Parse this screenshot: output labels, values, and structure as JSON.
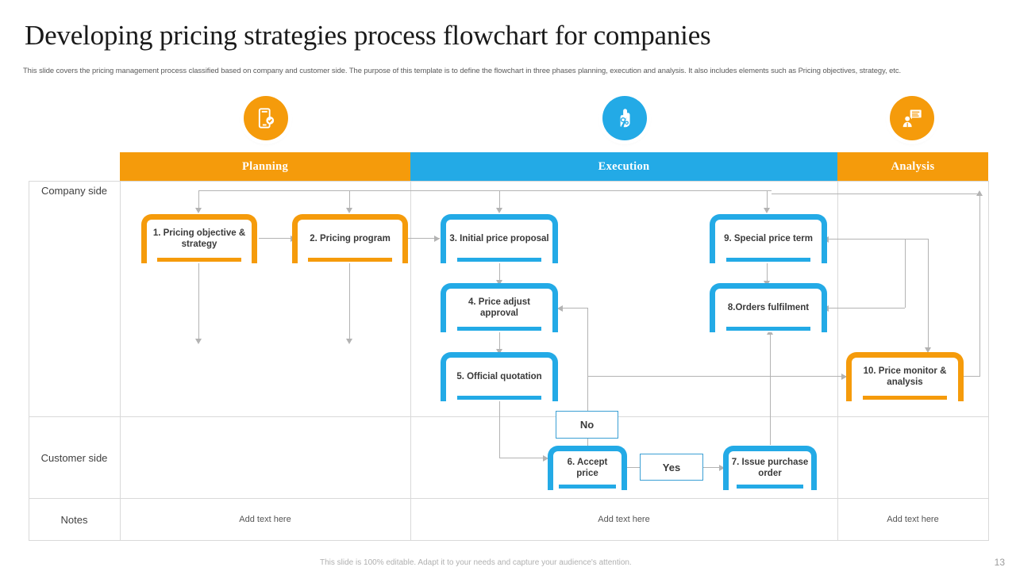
{
  "slide": {
    "title": "Developing pricing strategies process flowchart for companies",
    "subtitle": "This slide covers  the pricing management process classified based on company and customer side. The purpose of this template is to define the flowchart in three phases planning, execution and analysis. It also includes elements such as Pricing objectives, strategy, etc.",
    "footer_note": "This slide is 100% editable. Adapt it to your needs and capture your audience's attention.",
    "page_number": "13"
  },
  "colors": {
    "orange": "#F59B0B",
    "blue": "#23AAE6",
    "grid": "#d9d9d9",
    "connector": "#b3b3b3",
    "text_dark": "#3a3a3a"
  },
  "top_icons": [
    {
      "name": "mobile-payment-icon",
      "color": "#F59B0B"
    },
    {
      "name": "hand-gears-icon",
      "color": "#23AAE6"
    },
    {
      "name": "person-presentation-icon",
      "color": "#F59B0B"
    }
  ],
  "phases": [
    {
      "label": "Planning",
      "color": "#F59B0B"
    },
    {
      "label": "Execution",
      "color": "#23AAE6"
    },
    {
      "label": "Analysis",
      "color": "#F59B0B"
    }
  ],
  "row_labels": {
    "company": "Company side",
    "customer": "Customer side",
    "notes": "Notes"
  },
  "notes_cells": [
    {
      "text": "Add text here"
    },
    {
      "text": "Add text here"
    },
    {
      "text": "Add text here"
    }
  ],
  "nodes": [
    {
      "id": "n1",
      "label": "1. Pricing objective & strategy",
      "color": "orange",
      "phase": "Planning",
      "row": "Company side"
    },
    {
      "id": "n2",
      "label": "2. Pricing program",
      "color": "orange",
      "phase": "Planning",
      "row": "Company side"
    },
    {
      "id": "n3",
      "label": "3. Initial  price proposal",
      "color": "blue",
      "phase": "Execution",
      "row": "Company side"
    },
    {
      "id": "n4",
      "label": "4. Price adjust approval",
      "color": "blue",
      "phase": "Execution",
      "row": "Company side"
    },
    {
      "id": "n5",
      "label": "5. Official  quotation",
      "color": "blue",
      "phase": "Execution",
      "row": "Company side"
    },
    {
      "id": "n6",
      "label": "6. Accept price",
      "color": "blue",
      "phase": "Execution",
      "row": "Customer side"
    },
    {
      "id": "n7",
      "label": "7. Issue purchase order",
      "color": "blue",
      "phase": "Execution",
      "row": "Customer side"
    },
    {
      "id": "n8",
      "label": "8.Orders fulfilment",
      "color": "blue",
      "phase": "Execution",
      "row": "Company side"
    },
    {
      "id": "n9",
      "label": "9. Special price term",
      "color": "blue",
      "phase": "Execution",
      "row": "Company side"
    },
    {
      "id": "n10",
      "label": "10. Price monitor & analysis",
      "color": "orange",
      "phase": "Analysis",
      "row": "Company side"
    }
  ],
  "decisions": [
    {
      "id": "d-no",
      "label": "No"
    },
    {
      "id": "d-yes",
      "label": "Yes"
    }
  ]
}
